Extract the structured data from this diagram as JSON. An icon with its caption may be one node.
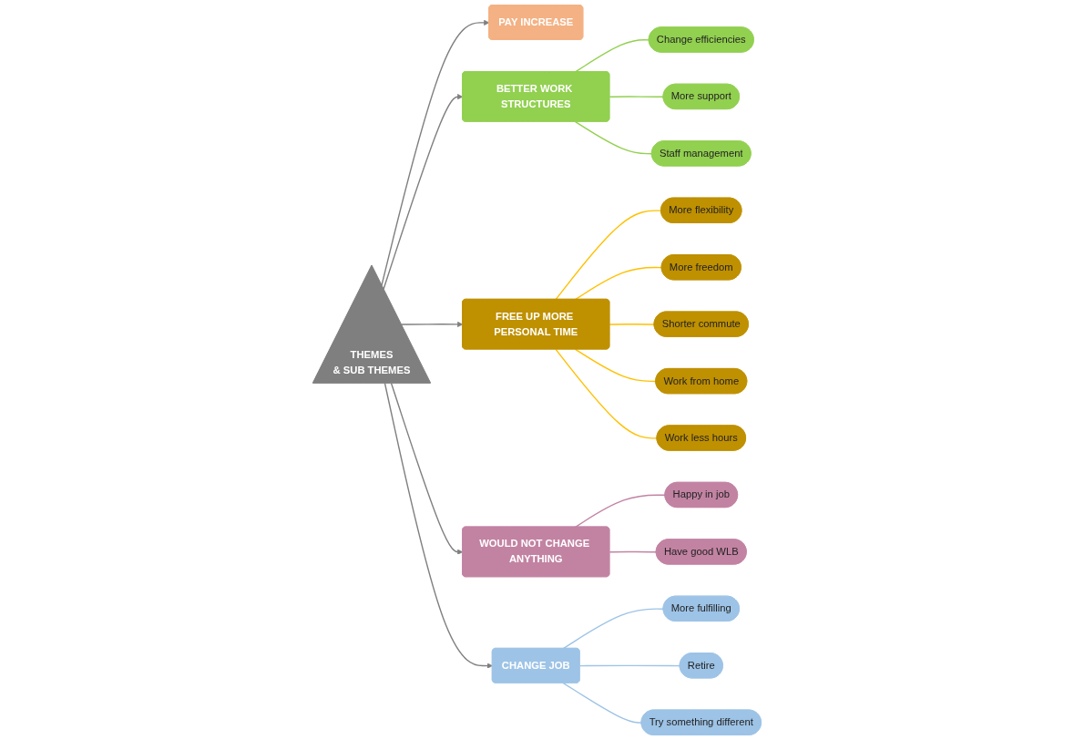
{
  "diagram": {
    "nodes": [
      {
        "text": [
          "THEMES",
          "& SUB THEMES"
        ]
      },
      {
        "text": [
          "PAY INCREASE"
        ]
      },
      {
        "text": [
          "BETTER WORK STRUCTURES"
        ]
      },
      {
        "text": [
          "Change efficiencies"
        ]
      },
      {
        "text": [
          "More support"
        ]
      },
      {
        "text": [
          "Staff management"
        ]
      },
      {
        "text": [
          "FREE UP MORE PERSONAL TIME"
        ]
      },
      {
        "text": [
          "More flexibility"
        ]
      },
      {
        "text": [
          "More freedom"
        ]
      },
      {
        "text": [
          "Shorter commute"
        ]
      },
      {
        "text": [
          "Work from home"
        ]
      },
      {
        "text": [
          "Work less hours"
        ]
      },
      {
        "text": [
          "WOULD NOT CHANGE ANYTHING"
        ]
      },
      {
        "text": [
          "Happy in job"
        ]
      },
      {
        "text": [
          "Have good WLB"
        ]
      },
      {
        "text": [
          "CHANGE JOB"
        ]
      },
      {
        "text": [
          "More fulfilling"
        ]
      },
      {
        "text": [
          "Retire"
        ]
      },
      {
        "text": [
          "Try something different"
        ]
      }
    ],
    "edges": [
      {
        "from": 0,
        "to": 1,
        "arrow": "to"
      },
      {
        "from": 0,
        "to": 2,
        "arrow": "to"
      },
      {
        "from": 0,
        "to": 6,
        "arrow": "to"
      },
      {
        "from": 0,
        "to": 12,
        "arrow": "to"
      },
      {
        "from": 0,
        "to": 15,
        "arrow": "to"
      },
      {
        "from": 2,
        "to": 3,
        "arrow": "none",
        "color": "#92d050"
      },
      {
        "from": 2,
        "to": 4,
        "arrow": "none",
        "color": "#92d050"
      },
      {
        "from": 2,
        "to": 5,
        "arrow": "none",
        "color": "#92d050"
      },
      {
        "from": 6,
        "to": 7,
        "arrow": "none",
        "color": "#ffc000"
      },
      {
        "from": 6,
        "to": 8,
        "arrow": "none",
        "color": "#ffc000"
      },
      {
        "from": 6,
        "to": 9,
        "arrow": "none",
        "color": "#ffc000"
      },
      {
        "from": 6,
        "to": 10,
        "arrow": "none",
        "color": "#ffc000"
      },
      {
        "from": 6,
        "to": 11,
        "arrow": "none",
        "color": "#ffc000"
      },
      {
        "from": 12,
        "to": 13,
        "arrow": "none",
        "color": "#c283a3"
      },
      {
        "from": 12,
        "to": 14,
        "arrow": "none",
        "color": "#c283a3"
      },
      {
        "from": 15,
        "to": 16,
        "arrow": "none",
        "color": "#9dc3e6"
      },
      {
        "from": 15,
        "to": 17,
        "arrow": "none",
        "color": "#9dc3e6"
      },
      {
        "from": 15,
        "to": 18,
        "arrow": "none",
        "color": "#9dc3e6"
      }
    ]
  }
}
